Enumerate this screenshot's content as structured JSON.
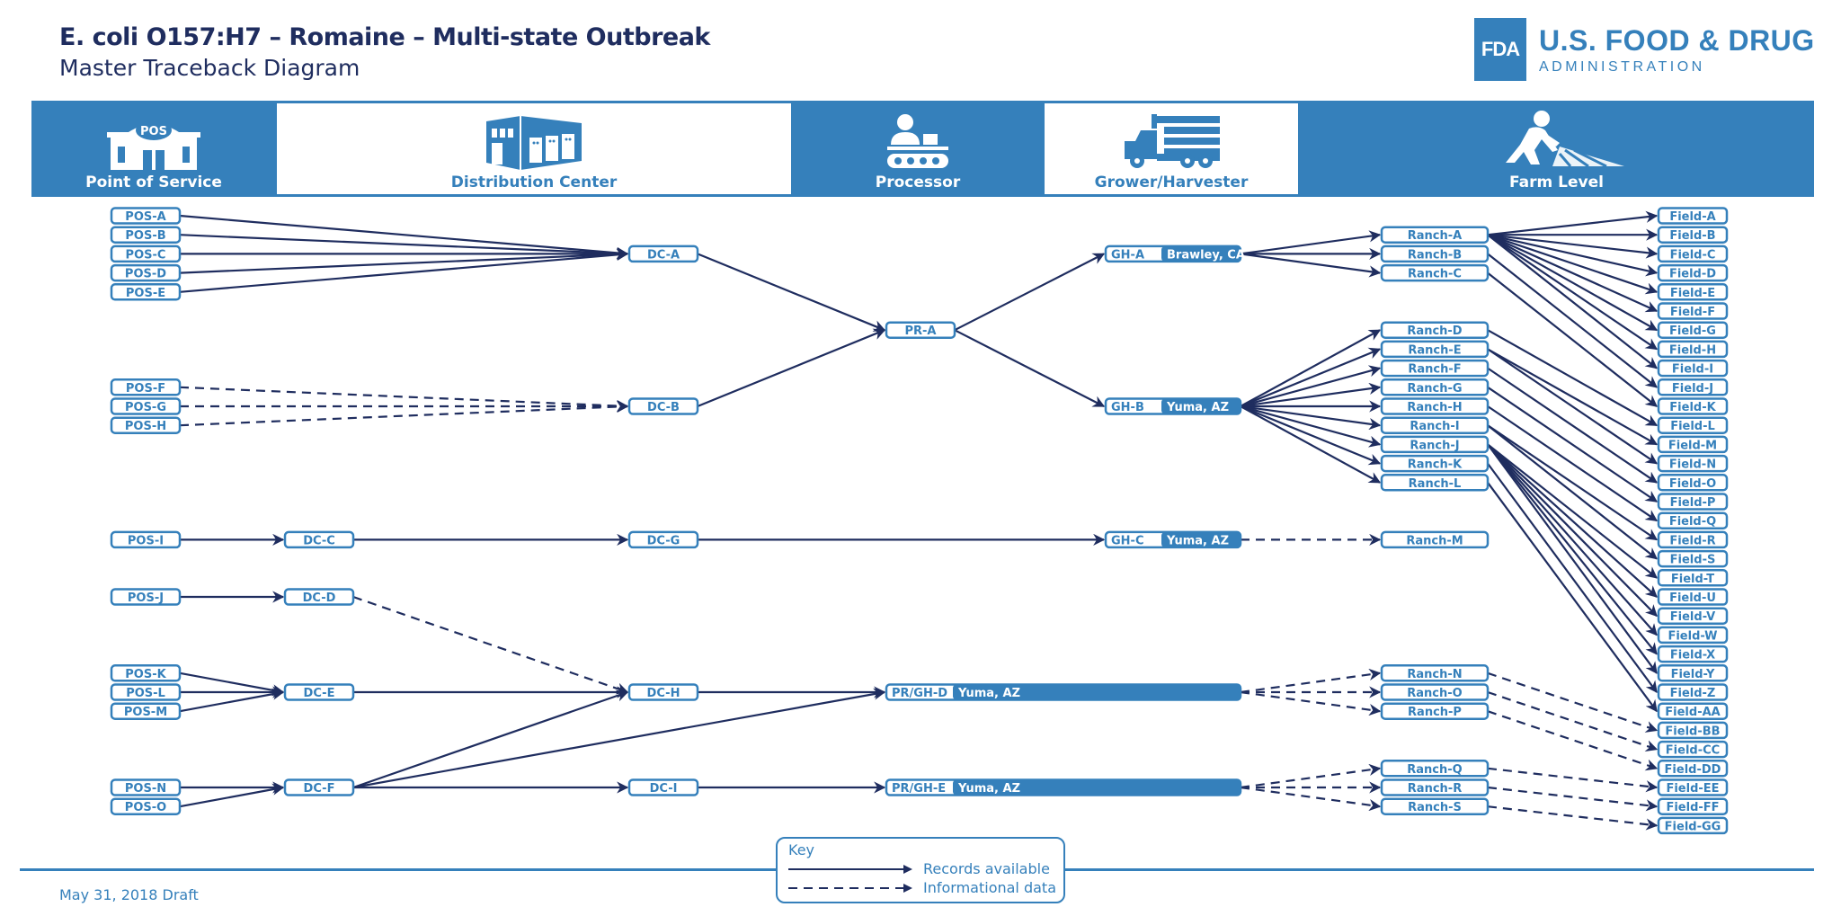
{
  "header": {
    "title": "E. coli O157:H7 – Romaine – Multi-state Outbreak",
    "subtitle": "Master Traceback Diagram"
  },
  "logo": {
    "mark": "FDA",
    "line1": "U.S. FOOD & DRUG",
    "line2": "ADMINISTRATION"
  },
  "colors": {
    "brand": "#3580bb",
    "edge": "#1f2d5f",
    "white": "#ffffff"
  },
  "stages": [
    {
      "label": "Point of Service",
      "icon": "store-icon"
    },
    {
      "label": "Distribution Center",
      "icon": "warehouse-icon"
    },
    {
      "label": "Processor",
      "icon": "conveyor-worker-icon"
    },
    {
      "label": "Grower/Harvester",
      "icon": "truck-icon"
    },
    {
      "label": "Farm Level",
      "icon": "field-worker-icon"
    }
  ],
  "nodes": [
    {
      "id": "POS-A",
      "col": "pos",
      "row": 0
    },
    {
      "id": "POS-B",
      "col": "pos",
      "row": 1
    },
    {
      "id": "POS-C",
      "col": "pos",
      "row": 2
    },
    {
      "id": "POS-D",
      "col": "pos",
      "row": 3
    },
    {
      "id": "POS-E",
      "col": "pos",
      "row": 4
    },
    {
      "id": "POS-F",
      "col": "pos",
      "row": 9
    },
    {
      "id": "POS-G",
      "col": "pos",
      "row": 10
    },
    {
      "id": "POS-H",
      "col": "pos",
      "row": 11
    },
    {
      "id": "POS-I",
      "col": "pos",
      "row": 17
    },
    {
      "id": "POS-J",
      "col": "pos",
      "row": 20
    },
    {
      "id": "POS-K",
      "col": "pos",
      "row": 24
    },
    {
      "id": "POS-L",
      "col": "pos",
      "row": 25
    },
    {
      "id": "POS-M",
      "col": "pos",
      "row": 26
    },
    {
      "id": "POS-N",
      "col": "pos",
      "row": 30
    },
    {
      "id": "POS-O",
      "col": "pos",
      "row": 31
    },
    {
      "id": "DC-A",
      "col": "dc2",
      "row": 2
    },
    {
      "id": "DC-B",
      "col": "dc2",
      "row": 10
    },
    {
      "id": "DC-C",
      "col": "dc1",
      "row": 17
    },
    {
      "id": "DC-G",
      "col": "dc2",
      "row": 17
    },
    {
      "id": "DC-D",
      "col": "dc1",
      "row": 20
    },
    {
      "id": "DC-E",
      "col": "dc1",
      "row": 25
    },
    {
      "id": "DC-H",
      "col": "dc2",
      "row": 25
    },
    {
      "id": "DC-F",
      "col": "dc1",
      "row": 30
    },
    {
      "id": "DC-I",
      "col": "dc2",
      "row": 30
    },
    {
      "id": "PR-A",
      "col": "pr",
      "row": 6
    },
    {
      "id": "GH-A",
      "col": "gh",
      "row": 2,
      "location": "Brawley, CA"
    },
    {
      "id": "GH-B",
      "col": "gh",
      "row": 10,
      "location": "Yuma, AZ"
    },
    {
      "id": "GH-C",
      "col": "gh",
      "row": 17,
      "location": "Yuma, AZ"
    },
    {
      "id": "PR/GH-D",
      "col": "prgh",
      "row": 25,
      "location": "Yuma, AZ"
    },
    {
      "id": "PR/GH-E",
      "col": "prgh",
      "row": 30,
      "location": "Yuma, AZ"
    },
    {
      "id": "Ranch-A",
      "col": "ranch",
      "row": 1
    },
    {
      "id": "Ranch-B",
      "col": "ranch",
      "row": 2
    },
    {
      "id": "Ranch-C",
      "col": "ranch",
      "row": 3
    },
    {
      "id": "Ranch-D",
      "col": "ranch",
      "row": 6
    },
    {
      "id": "Ranch-E",
      "col": "ranch",
      "row": 7
    },
    {
      "id": "Ranch-F",
      "col": "ranch",
      "row": 8
    },
    {
      "id": "Ranch-G",
      "col": "ranch",
      "row": 9
    },
    {
      "id": "Ranch-H",
      "col": "ranch",
      "row": 10
    },
    {
      "id": "Ranch-I",
      "col": "ranch",
      "row": 11
    },
    {
      "id": "Ranch-J",
      "col": "ranch",
      "row": 12
    },
    {
      "id": "Ranch-K",
      "col": "ranch",
      "row": 13
    },
    {
      "id": "Ranch-L",
      "col": "ranch",
      "row": 14
    },
    {
      "id": "Ranch-M",
      "col": "ranch",
      "row": 17
    },
    {
      "id": "Ranch-N",
      "col": "ranch",
      "row": 24
    },
    {
      "id": "Ranch-O",
      "col": "ranch",
      "row": 25
    },
    {
      "id": "Ranch-P",
      "col": "ranch",
      "row": 26
    },
    {
      "id": "Ranch-Q",
      "col": "ranch",
      "row": 29
    },
    {
      "id": "Ranch-R",
      "col": "ranch",
      "row": 30
    },
    {
      "id": "Ranch-S",
      "col": "ranch",
      "row": 31
    },
    {
      "id": "Field-A",
      "col": "field",
      "row": 0
    },
    {
      "id": "Field-B",
      "col": "field",
      "row": 1
    },
    {
      "id": "Field-C",
      "col": "field",
      "row": 2
    },
    {
      "id": "Field-D",
      "col": "field",
      "row": 3
    },
    {
      "id": "Field-E",
      "col": "field",
      "row": 4
    },
    {
      "id": "Field-F",
      "col": "field",
      "row": 5
    },
    {
      "id": "Field-G",
      "col": "field",
      "row": 6
    },
    {
      "id": "Field-H",
      "col": "field",
      "row": 7
    },
    {
      "id": "Field-I",
      "col": "field",
      "row": 8
    },
    {
      "id": "Field-J",
      "col": "field",
      "row": 9
    },
    {
      "id": "Field-K",
      "col": "field",
      "row": 10
    },
    {
      "id": "Field-L",
      "col": "field",
      "row": 11
    },
    {
      "id": "Field-M",
      "col": "field",
      "row": 12
    },
    {
      "id": "Field-N",
      "col": "field",
      "row": 13
    },
    {
      "id": "Field-O",
      "col": "field",
      "row": 14
    },
    {
      "id": "Field-P",
      "col": "field",
      "row": 15
    },
    {
      "id": "Field-Q",
      "col": "field",
      "row": 16
    },
    {
      "id": "Field-R",
      "col": "field",
      "row": 17
    },
    {
      "id": "Field-S",
      "col": "field",
      "row": 18
    },
    {
      "id": "Field-T",
      "col": "field",
      "row": 19
    },
    {
      "id": "Field-U",
      "col": "field",
      "row": 20
    },
    {
      "id": "Field-V",
      "col": "field",
      "row": 21
    },
    {
      "id": "Field-W",
      "col": "field",
      "row": 22
    },
    {
      "id": "Field-X",
      "col": "field",
      "row": 23
    },
    {
      "id": "Field-Y",
      "col": "field",
      "row": 24
    },
    {
      "id": "Field-Z",
      "col": "field",
      "row": 25
    },
    {
      "id": "Field-AA",
      "col": "field",
      "row": 26
    },
    {
      "id": "Field-BB",
      "col": "field",
      "row": 27
    },
    {
      "id": "Field-CC",
      "col": "field",
      "row": 28
    },
    {
      "id": "Field-DD",
      "col": "field",
      "row": 29
    },
    {
      "id": "Field-EE",
      "col": "field",
      "row": 30
    },
    {
      "id": "Field-FF",
      "col": "field",
      "row": 31
    },
    {
      "id": "Field-GG",
      "col": "field",
      "row": 32
    }
  ],
  "edges": [
    [
      "POS-A",
      "DC-A",
      "solid"
    ],
    [
      "POS-B",
      "DC-A",
      "solid"
    ],
    [
      "POS-C",
      "DC-A",
      "solid"
    ],
    [
      "POS-D",
      "DC-A",
      "solid"
    ],
    [
      "POS-E",
      "DC-A",
      "solid"
    ],
    [
      "POS-F",
      "DC-B",
      "dashed"
    ],
    [
      "POS-G",
      "DC-B",
      "dashed"
    ],
    [
      "POS-H",
      "DC-B",
      "dashed"
    ],
    [
      "DC-A",
      "PR-A",
      "solid"
    ],
    [
      "DC-B",
      "PR-A",
      "solid"
    ],
    [
      "PR-A",
      "GH-A",
      "solid"
    ],
    [
      "PR-A",
      "GH-B",
      "solid"
    ],
    [
      "GH-A",
      "Ranch-A",
      "solid"
    ],
    [
      "GH-A",
      "Ranch-B",
      "solid"
    ],
    [
      "GH-A",
      "Ranch-C",
      "solid"
    ],
    [
      "GH-B",
      "Ranch-D",
      "solid"
    ],
    [
      "GH-B",
      "Ranch-E",
      "solid"
    ],
    [
      "GH-B",
      "Ranch-F",
      "solid"
    ],
    [
      "GH-B",
      "Ranch-G",
      "solid"
    ],
    [
      "GH-B",
      "Ranch-H",
      "solid"
    ],
    [
      "GH-B",
      "Ranch-I",
      "solid"
    ],
    [
      "GH-B",
      "Ranch-J",
      "solid"
    ],
    [
      "GH-B",
      "Ranch-K",
      "solid"
    ],
    [
      "GH-B",
      "Ranch-L",
      "solid"
    ],
    [
      "POS-I",
      "DC-C",
      "solid"
    ],
    [
      "DC-C",
      "DC-G",
      "solid"
    ],
    [
      "DC-G",
      "GH-C",
      "solid"
    ],
    [
      "GH-C",
      "Ranch-M",
      "dashed"
    ],
    [
      "POS-J",
      "DC-D",
      "solid"
    ],
    [
      "DC-D",
      "DC-H",
      "dashed"
    ],
    [
      "POS-K",
      "DC-E",
      "solid"
    ],
    [
      "POS-L",
      "DC-E",
      "solid"
    ],
    [
      "POS-M",
      "DC-E",
      "solid"
    ],
    [
      "DC-E",
      "DC-H",
      "solid"
    ],
    [
      "DC-H",
      "PR/GH-D",
      "solid"
    ],
    [
      "POS-N",
      "DC-F",
      "solid"
    ],
    [
      "POS-O",
      "DC-F",
      "solid"
    ],
    [
      "DC-F",
      "DC-H",
      "solid"
    ],
    [
      "DC-F",
      "PR/GH-D",
      "solid"
    ],
    [
      "DC-F",
      "DC-I",
      "solid"
    ],
    [
      "DC-I",
      "PR/GH-E",
      "solid"
    ],
    [
      "PR/GH-D",
      "Ranch-N",
      "dashed"
    ],
    [
      "PR/GH-D",
      "Ranch-O",
      "dashed"
    ],
    [
      "PR/GH-D",
      "Ranch-P",
      "dashed"
    ],
    [
      "PR/GH-E",
      "Ranch-Q",
      "dashed"
    ],
    [
      "PR/GH-E",
      "Ranch-R",
      "dashed"
    ],
    [
      "PR/GH-E",
      "Ranch-S",
      "dashed"
    ],
    [
      "Ranch-A",
      "Field-A",
      "solid"
    ],
    [
      "Ranch-A",
      "Field-B",
      "solid"
    ],
    [
      "Ranch-A",
      "Field-C",
      "solid"
    ],
    [
      "Ranch-A",
      "Field-D",
      "solid"
    ],
    [
      "Ranch-A",
      "Field-E",
      "solid"
    ],
    [
      "Ranch-A",
      "Field-F",
      "solid"
    ],
    [
      "Ranch-A",
      "Field-G",
      "solid"
    ],
    [
      "Ranch-A",
      "Field-H",
      "solid"
    ],
    [
      "Ranch-A",
      "Field-I",
      "solid"
    ],
    [
      "Ranch-B",
      "Field-J",
      "solid"
    ],
    [
      "Ranch-C",
      "Field-K",
      "solid"
    ],
    [
      "Ranch-D",
      "Field-L",
      "solid"
    ],
    [
      "Ranch-E",
      "Field-M",
      "solid"
    ],
    [
      "Ranch-E",
      "Field-N",
      "solid"
    ],
    [
      "Ranch-F",
      "Field-O",
      "solid"
    ],
    [
      "Ranch-G",
      "Field-P",
      "solid"
    ],
    [
      "Ranch-H",
      "Field-Q",
      "solid"
    ],
    [
      "Ranch-I",
      "Field-R",
      "solid"
    ],
    [
      "Ranch-I",
      "Field-S",
      "solid"
    ],
    [
      "Ranch-J",
      "Field-T",
      "solid"
    ],
    [
      "Ranch-J",
      "Field-U",
      "solid"
    ],
    [
      "Ranch-J",
      "Field-V",
      "solid"
    ],
    [
      "Ranch-J",
      "Field-W",
      "solid"
    ],
    [
      "Ranch-J",
      "Field-X",
      "solid"
    ],
    [
      "Ranch-J",
      "Field-Y",
      "solid"
    ],
    [
      "Ranch-K",
      "Field-Z",
      "solid"
    ],
    [
      "Ranch-L",
      "Field-AA",
      "solid"
    ],
    [
      "Ranch-N",
      "Field-BB",
      "dashed"
    ],
    [
      "Ranch-O",
      "Field-CC",
      "dashed"
    ],
    [
      "Ranch-P",
      "Field-DD",
      "dashed"
    ],
    [
      "Ranch-Q",
      "Field-EE",
      "dashed"
    ],
    [
      "Ranch-R",
      "Field-FF",
      "dashed"
    ],
    [
      "Ranch-S",
      "Field-GG",
      "dashed"
    ]
  ],
  "key": {
    "title": "Key",
    "solid_label": "Records available",
    "dashed_label": "Informational data"
  },
  "footer": {
    "draft": "May 31, 2018 Draft"
  }
}
